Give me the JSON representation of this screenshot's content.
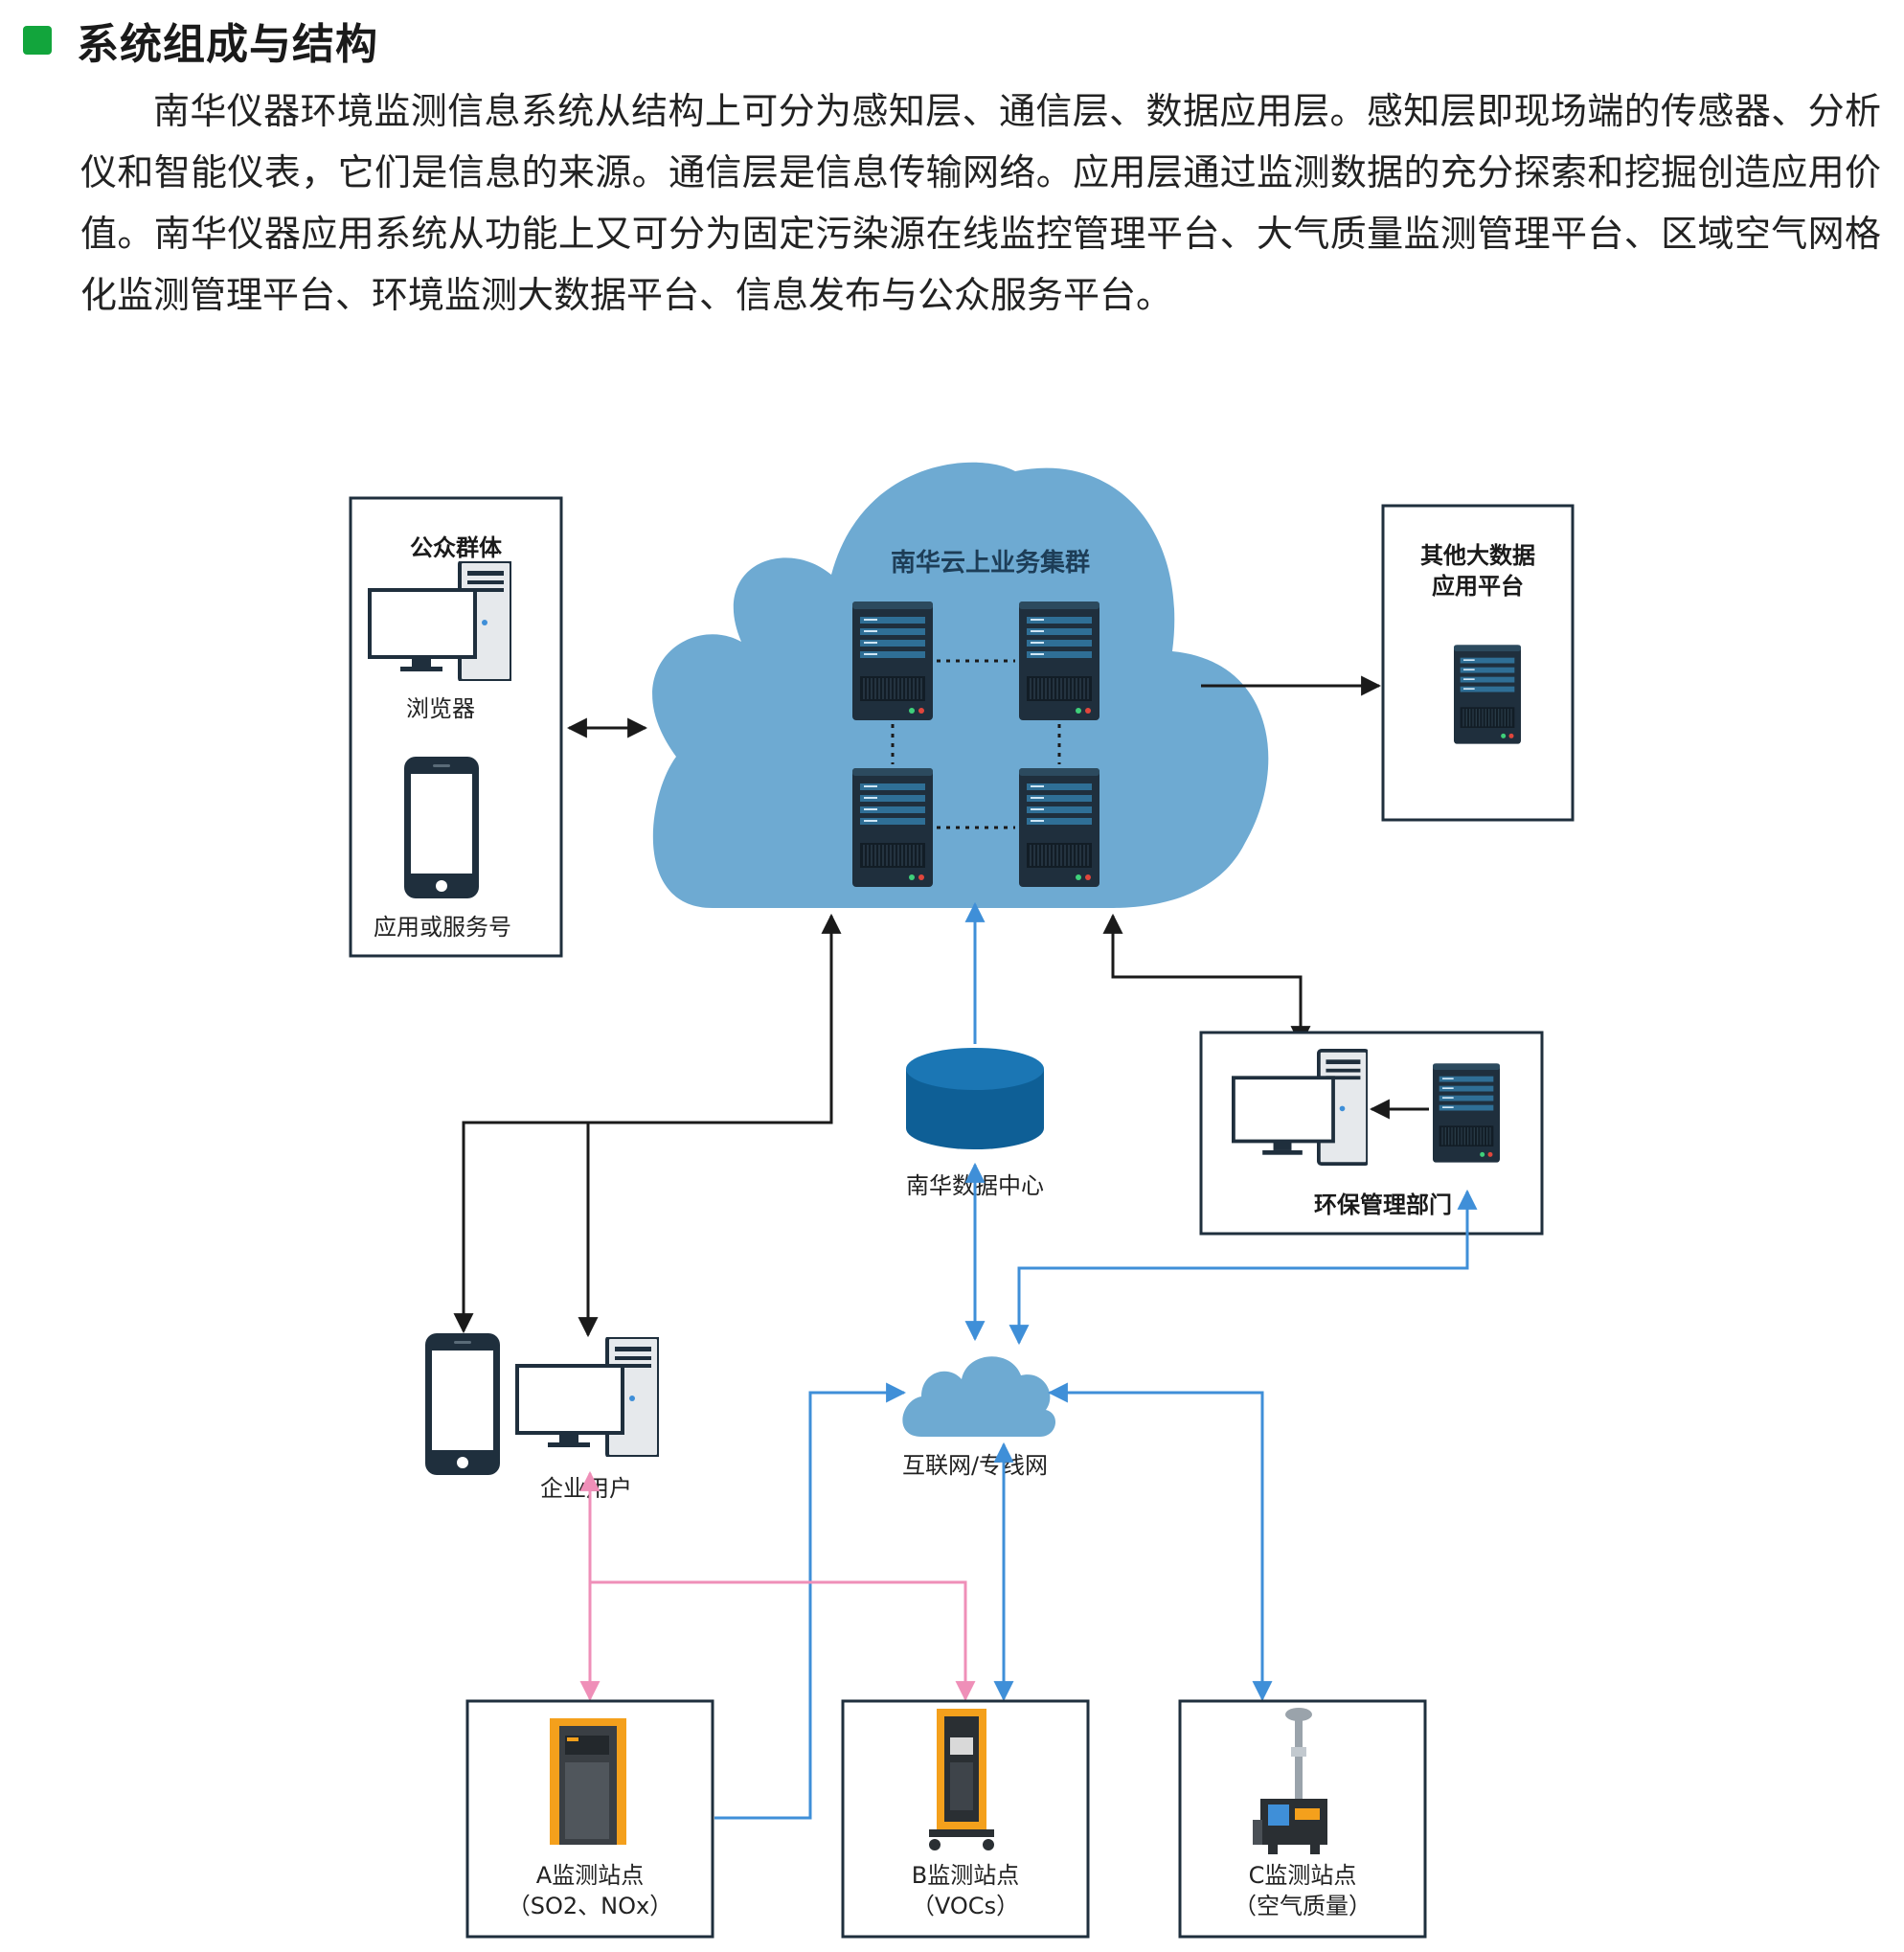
{
  "header": {
    "title": "系统组成与结构",
    "bullet_color": "#12a53c"
  },
  "intro": "南华仪器环境监测信息系统从结构上可分为感知层、通信层、数据应用层。感知层即现场端的传感器、分析仪和智能仪表，它们是信息的来源。通信层是信息传输网络。应用层通过监测数据的充分探索和挖掘创造应用价值。南华仪器应用系统从功能上又可分为固定污染源在线监控管理平台、大气质量监测管理平台、区域空气网格化监测管理平台、环境监测大数据平台、信息发布与公众服务平台。",
  "diagram": {
    "public_group": {
      "title": "公众群体",
      "browser": "浏览器",
      "app": "应用或服务号"
    },
    "cloud_cluster": {
      "title": "南华云上业务集群"
    },
    "bigdata_platform": {
      "line1": "其他大数据",
      "line2": "应用平台"
    },
    "data_center": {
      "label": "南华数据中心"
    },
    "env_dept": {
      "label": "环保管理部门"
    },
    "internet": {
      "label": "互联网/专线网"
    },
    "enterprise_users": {
      "label": "企业用户"
    },
    "station_a": {
      "line1": "A监测站点",
      "line2": "（SO2、NOx）"
    },
    "station_b": {
      "line1": "B监测站点",
      "line2": "（VOCs）"
    },
    "station_c": {
      "line1": "C监测站点",
      "line2": "（空气质量）"
    },
    "colors": {
      "cloud": "#6eaad2",
      "database": "#0e5f96",
      "server_dark": "#1f2f3d",
      "black_arrow": "#1a1a1a",
      "blue_arrow": "#3f8fd8",
      "pink_arrow": "#ef8fb8",
      "station_orange": "#f4a01c"
    }
  }
}
